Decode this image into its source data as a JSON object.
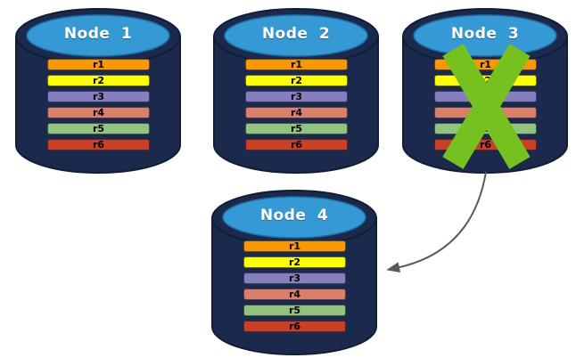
{
  "palette": {
    "background": "#FFFFFF",
    "cylinder_body": "#1B2A4C",
    "cylinder_outline": "#101D35",
    "cylinder_top_fill": "#3599D6",
    "cylinder_top_stroke": "#1D6FA8",
    "node_label_color": "#FFFFFF",
    "row_label_color": "#000000",
    "failure_x_color": "#76C11F",
    "arrow_color": "#595959"
  },
  "nodes": [
    {
      "id": "node-1",
      "label": "Node 1",
      "failed": false,
      "rows": [
        {
          "label": "r1",
          "color": "#F99800"
        },
        {
          "label": "r2",
          "color": "#FFFF00"
        },
        {
          "label": "r3",
          "color": "#877EC0"
        },
        {
          "label": "r4",
          "color": "#DB7E6A"
        },
        {
          "label": "r5",
          "color": "#90C47E"
        },
        {
          "label": "r6",
          "color": "#CB4025"
        }
      ]
    },
    {
      "id": "node-2",
      "label": "Node 2",
      "failed": false,
      "rows": [
        {
          "label": "r1",
          "color": "#F99800"
        },
        {
          "label": "r2",
          "color": "#FFFF00"
        },
        {
          "label": "r3",
          "color": "#877EC0"
        },
        {
          "label": "r4",
          "color": "#DB7E6A"
        },
        {
          "label": "r5",
          "color": "#90C47E"
        },
        {
          "label": "r6",
          "color": "#CB4025"
        }
      ]
    },
    {
      "id": "node-3",
      "label": "Node 3",
      "failed": true,
      "rows": [
        {
          "label": "r1",
          "color": "#F99800"
        },
        {
          "label": "r2",
          "color": "#FFFF00"
        },
        {
          "label": "r3",
          "color": "#877EC0"
        },
        {
          "label": "r4",
          "color": "#DB7E6A"
        },
        {
          "label": "r5",
          "color": "#90C47E"
        },
        {
          "label": "r6",
          "color": "#CB4025"
        }
      ]
    },
    {
      "id": "node-4",
      "label": "Node 4",
      "failed": false,
      "rows": [
        {
          "label": "r1",
          "color": "#F99800"
        },
        {
          "label": "r2",
          "color": "#FFFF00"
        },
        {
          "label": "r3",
          "color": "#877EC0"
        },
        {
          "label": "r4",
          "color": "#DB7E6A"
        },
        {
          "label": "r5",
          "color": "#90C47E"
        },
        {
          "label": "r6",
          "color": "#CB4025"
        }
      ]
    }
  ],
  "arrow": {
    "from": "Node 3",
    "to": "Node 4"
  }
}
